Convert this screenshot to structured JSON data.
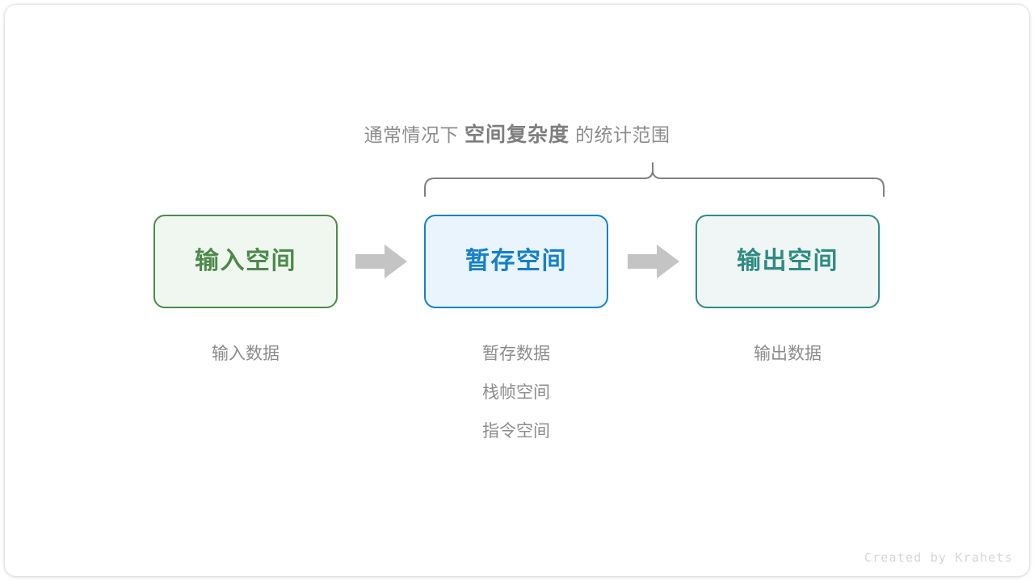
{
  "diagram": {
    "caption": {
      "prefix": "通常情况下",
      "emphasis": "空间复杂度",
      "suffix": "的统计范围"
    },
    "brace": {
      "label": "curly-brace-grouping-temp-and-output",
      "color": "#808080",
      "spans": [
        "暂存空间",
        "输出空间"
      ]
    },
    "boxes": [
      {
        "id": "input",
        "label": "输入空间",
        "border_color": "#4d8a4a",
        "fill_color": "#f0f7f0",
        "text_color": "#4d8a4a",
        "sub_labels": [
          "输入数据"
        ]
      },
      {
        "id": "temp",
        "label": "暂存空间",
        "border_color": "#1580c8",
        "fill_color": "#e9f4fc",
        "text_color": "#1580c8",
        "sub_labels": [
          "暂存数据",
          "栈帧空间",
          "指令空间"
        ]
      },
      {
        "id": "output",
        "label": "输出空间",
        "border_color": "#2f8b83",
        "fill_color": "#eff6f5",
        "text_color": "#2f8b83",
        "sub_labels": [
          "输出数据"
        ]
      }
    ],
    "arrows": [
      {
        "id": "arrow-1",
        "from": "input",
        "to": "temp",
        "color": "#c4c4c4"
      },
      {
        "id": "arrow-2",
        "from": "temp",
        "to": "output",
        "color": "#c4c4c4"
      }
    ],
    "watermark": "Created by Krahets",
    "colors": {
      "background": "#ffffff",
      "muted_text": "#8c8c8c",
      "watermark_text": "#d6d6d6"
    }
  }
}
